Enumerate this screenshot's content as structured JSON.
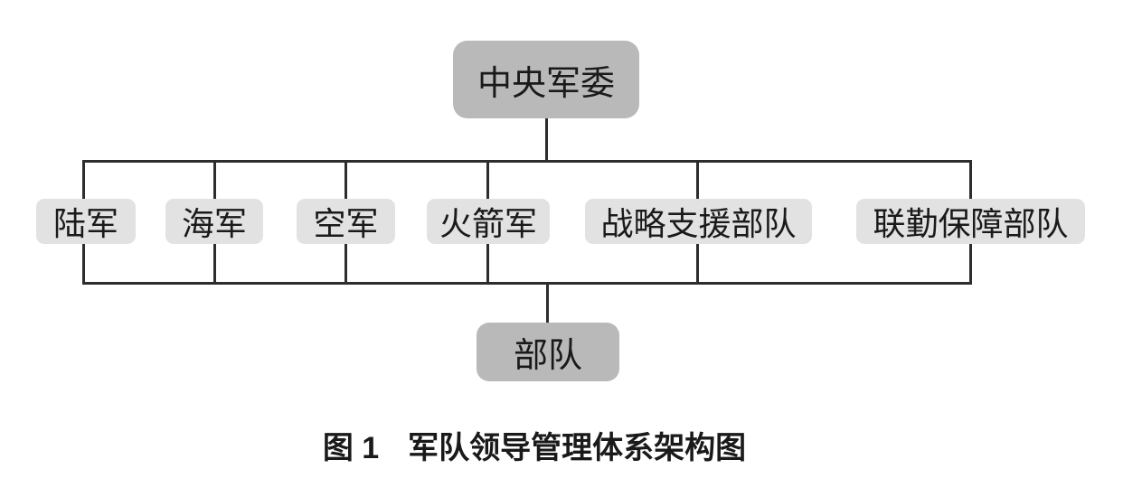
{
  "diagram": {
    "root": {
      "label": "中央军委"
    },
    "branches": [
      {
        "label": "陆军"
      },
      {
        "label": "海军"
      },
      {
        "label": "空军"
      },
      {
        "label": "火箭军"
      },
      {
        "label": "战略支援部队"
      },
      {
        "label": "联勤保障部队"
      }
    ],
    "leaf": {
      "label": "部队"
    },
    "caption": {
      "figure_label": "图 1",
      "title": "军队领导管理体系架构图"
    }
  },
  "colors": {
    "background": "#ffffff",
    "root_box_fill": "#b9b9b9",
    "branch_box_fill": "#e2e2e2",
    "line": "#2d2d2d",
    "text": "#1a1a1a"
  }
}
